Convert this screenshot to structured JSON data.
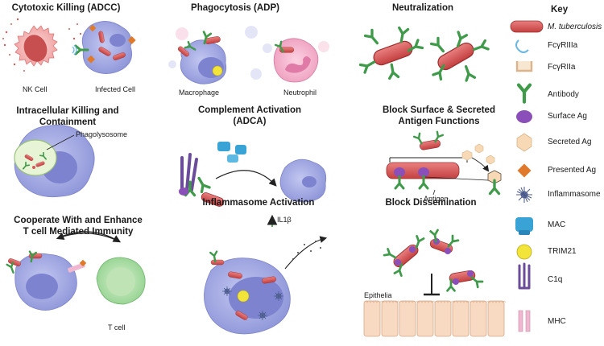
{
  "panels": {
    "adcc": {
      "title": "Cytotoxic Killing (ADCC)",
      "nk": "NK Cell",
      "infected": "Infected Cell"
    },
    "adp": {
      "title": "Phagocytosis (ADP)",
      "macrophage": "Macrophage",
      "neutrophil": "Neutrophil"
    },
    "neut": {
      "title": "Neutralization"
    },
    "intra": {
      "title_line1": "Intracellular Killing and",
      "title_line2": "Containment",
      "phago": "Phagolysosome"
    },
    "adca": {
      "title_line1": "Complement Activation",
      "title_line2": "(ADCA)"
    },
    "block": {
      "title_line1": "Block Surface & Secreted",
      "title_line2": "Antigen Functions",
      "antigen": "Antigen"
    },
    "tcell": {
      "title_line1": "Cooperate With and Enhance",
      "title_line2": "T cell Mediated Immunity",
      "tcell": "T cell"
    },
    "inflam": {
      "title": "Inflammasome Activation",
      "il1b": "IL1β"
    },
    "dissem": {
      "title": "Block Dissemination",
      "epithelia": "Epithelia"
    }
  },
  "key": {
    "title": "Key",
    "items": [
      {
        "label": "M. tuberculosis",
        "icon": "mtb-bacterium-icon"
      },
      {
        "label": "FcγRIIIa",
        "icon": "fcgr3a-receptor-icon"
      },
      {
        "label": "FcγRIIa",
        "icon": "fcgr2a-receptor-icon"
      },
      {
        "label": "Antibody",
        "icon": "antibody-icon"
      },
      {
        "label": "Surface Ag",
        "icon": "surface-antigen-icon"
      },
      {
        "label": "Secreted Ag",
        "icon": "secreted-antigen-icon"
      },
      {
        "label": "Presented Ag",
        "icon": "presented-antigen-icon"
      },
      {
        "label": "Inflammasome",
        "icon": "inflammasome-icon"
      },
      {
        "label": "MAC",
        "icon": "mac-complex-icon"
      },
      {
        "label": "TRIM21",
        "icon": "trim21-icon"
      },
      {
        "label": "C1q",
        "icon": "c1q-icon"
      },
      {
        "label": "MHC",
        "icon": "mhc-icon"
      }
    ]
  },
  "colors": {
    "bacterium": "#d9534f",
    "antibody": "#3f9a4a",
    "cell": "#9fa6e0",
    "nucleus": "#7d83cf",
    "surfaceAg": "#8a4fb8",
    "secretedAg": "#f7d9b5",
    "presentedAg": "#e07a2a",
    "mac": "#3aa3d6",
    "trim21": "#f3e43a",
    "neutrophil": "#f0a8c4",
    "epithelia": "#f8d9c2"
  }
}
